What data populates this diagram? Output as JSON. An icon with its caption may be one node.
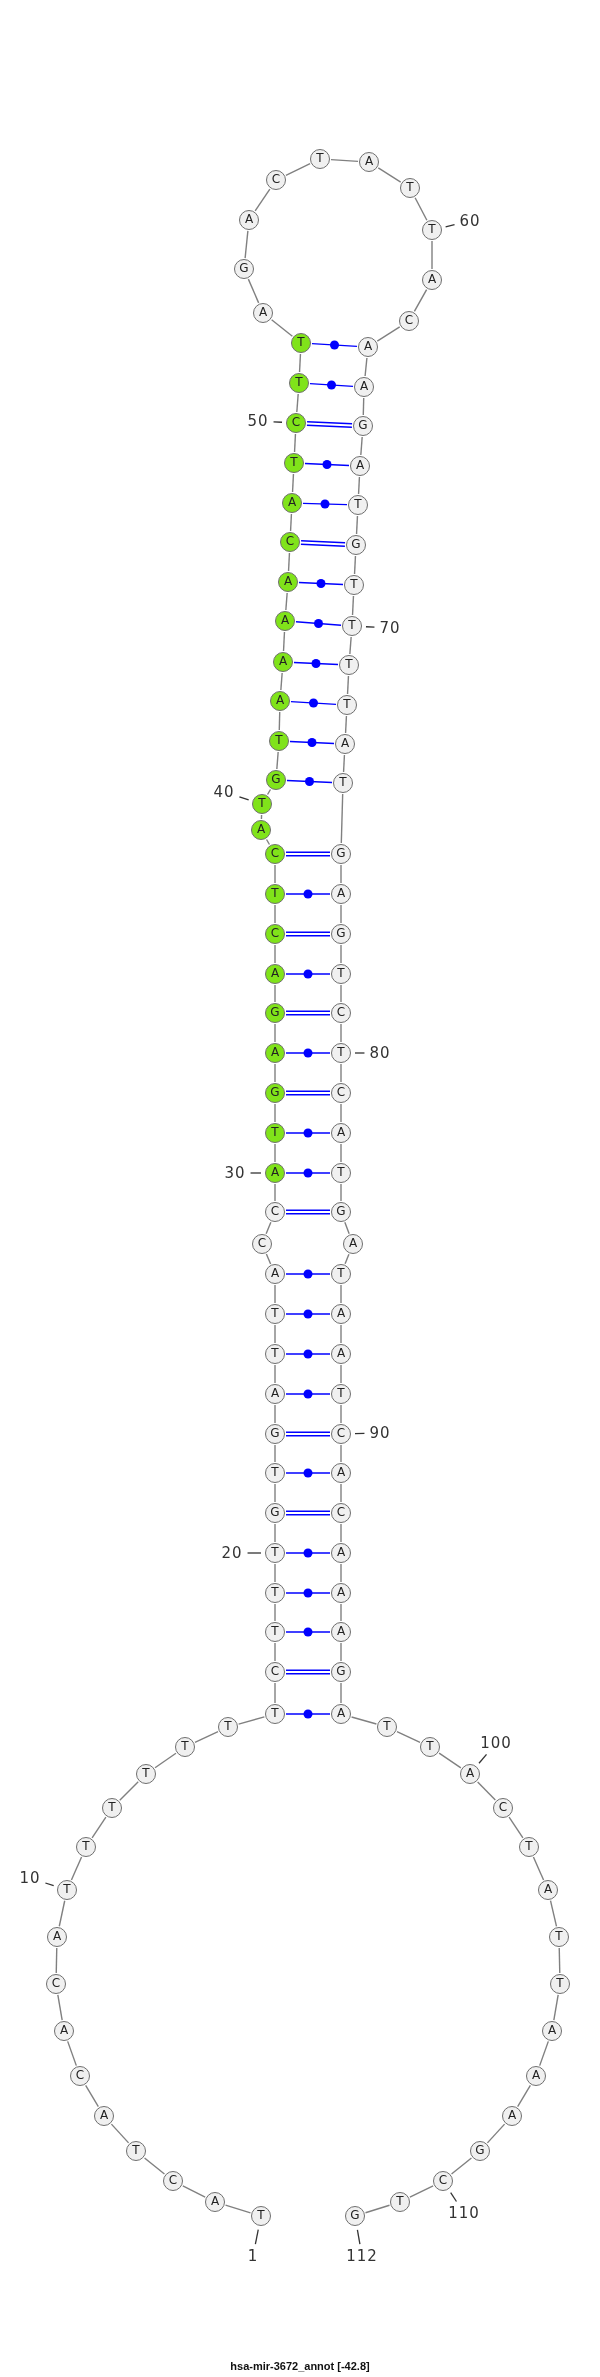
{
  "diagram": {
    "title": "hsa-mir-3672_annot [-42.8]",
    "nodes": [
      {
        "text": [
          "T"
        ]
      },
      {
        "text": [
          "A"
        ]
      },
      {
        "text": [
          "C"
        ]
      },
      {
        "text": [
          "T"
        ]
      },
      {
        "text": [
          "A"
        ]
      },
      {
        "text": [
          "C"
        ]
      },
      {
        "text": [
          "A"
        ]
      },
      {
        "text": [
          "C"
        ]
      },
      {
        "text": [
          "A"
        ]
      },
      {
        "text": [
          "T"
        ]
      },
      {
        "text": [
          "T"
        ]
      },
      {
        "text": [
          "T"
        ]
      },
      {
        "text": [
          "T"
        ]
      },
      {
        "text": [
          "T"
        ]
      },
      {
        "text": [
          "T"
        ]
      },
      {
        "text": [
          "T"
        ]
      },
      {
        "text": [
          "C"
        ]
      },
      {
        "text": [
          "T"
        ]
      },
      {
        "text": [
          "T"
        ]
      },
      {
        "text": [
          "T"
        ]
      },
      {
        "text": [
          "G"
        ]
      },
      {
        "text": [
          "T"
        ]
      },
      {
        "text": [
          "G"
        ]
      },
      {
        "text": [
          "A"
        ]
      },
      {
        "text": [
          "T"
        ]
      },
      {
        "text": [
          "T"
        ]
      },
      {
        "text": [
          "A"
        ]
      },
      {
        "text": [
          "C"
        ]
      },
      {
        "text": [
          "C"
        ]
      },
      {
        "text": [
          "A"
        ]
      },
      {
        "text": [
          "T"
        ]
      },
      {
        "text": [
          "G"
        ]
      },
      {
        "text": [
          "A"
        ]
      },
      {
        "text": [
          "G"
        ]
      },
      {
        "text": [
          "A"
        ]
      },
      {
        "text": [
          "C"
        ]
      },
      {
        "text": [
          "T"
        ]
      },
      {
        "text": [
          "C"
        ]
      },
      {
        "text": [
          "A"
        ]
      },
      {
        "text": [
          "T"
        ]
      },
      {
        "text": [
          "G"
        ]
      },
      {
        "text": [
          "T"
        ]
      },
      {
        "text": [
          "A"
        ]
      },
      {
        "text": [
          "A"
        ]
      },
      {
        "text": [
          "A"
        ]
      },
      {
        "text": [
          "A"
        ]
      },
      {
        "text": [
          "C"
        ]
      },
      {
        "text": [
          "A"
        ]
      },
      {
        "text": [
          "T"
        ]
      },
      {
        "text": [
          "C"
        ]
      },
      {
        "text": [
          "T"
        ]
      },
      {
        "text": [
          "T"
        ]
      },
      {
        "text": [
          "A"
        ]
      },
      {
        "text": [
          "G"
        ]
      },
      {
        "text": [
          "A"
        ]
      },
      {
        "text": [
          "C"
        ]
      },
      {
        "text": [
          "T"
        ]
      },
      {
        "text": [
          "A"
        ]
      },
      {
        "text": [
          "T"
        ]
      },
      {
        "text": [
          "T"
        ]
      },
      {
        "text": [
          "A"
        ]
      },
      {
        "text": [
          "C"
        ]
      },
      {
        "text": [
          "A"
        ]
      },
      {
        "text": [
          "A"
        ]
      },
      {
        "text": [
          "G"
        ]
      },
      {
        "text": [
          "A"
        ]
      },
      {
        "text": [
          "T"
        ]
      },
      {
        "text": [
          "G"
        ]
      },
      {
        "text": [
          "T"
        ]
      },
      {
        "text": [
          "T"
        ]
      },
      {
        "text": [
          "T"
        ]
      },
      {
        "text": [
          "T"
        ]
      },
      {
        "text": [
          "A"
        ]
      },
      {
        "text": [
          "T"
        ]
      },
      {
        "text": [
          "G"
        ]
      },
      {
        "text": [
          "A"
        ]
      },
      {
        "text": [
          "G"
        ]
      },
      {
        "text": [
          "T"
        ]
      },
      {
        "text": [
          "C"
        ]
      },
      {
        "text": [
          "T"
        ]
      },
      {
        "text": [
          "C"
        ]
      },
      {
        "text": [
          "A"
        ]
      },
      {
        "text": [
          "T"
        ]
      },
      {
        "text": [
          "G"
        ]
      },
      {
        "text": [
          "A"
        ]
      },
      {
        "text": [
          "T"
        ]
      },
      {
        "text": [
          "A"
        ]
      },
      {
        "text": [
          "A"
        ]
      },
      {
        "text": [
          "T"
        ]
      },
      {
        "text": [
          "C"
        ]
      },
      {
        "text": [
          "A"
        ]
      },
      {
        "text": [
          "C"
        ]
      },
      {
        "text": [
          "A"
        ]
      },
      {
        "text": [
          "A"
        ]
      },
      {
        "text": [
          "A"
        ]
      },
      {
        "text": [
          "G"
        ]
      },
      {
        "text": [
          "A"
        ]
      },
      {
        "text": [
          "T"
        ]
      },
      {
        "text": [
          "T"
        ]
      },
      {
        "text": [
          "A"
        ]
      },
      {
        "text": [
          "C"
        ]
      },
      {
        "text": [
          "T"
        ]
      },
      {
        "text": [
          "A"
        ]
      },
      {
        "text": [
          "T"
        ]
      },
      {
        "text": [
          "T"
        ]
      },
      {
        "text": [
          "A"
        ]
      },
      {
        "text": [
          "A"
        ]
      },
      {
        "text": [
          "A"
        ]
      },
      {
        "text": [
          "G"
        ]
      },
      {
        "text": [
          "C"
        ]
      },
      {
        "text": [
          "T"
        ]
      },
      {
        "text": [
          "G"
        ]
      },
      {
        "text": [
          "1"
        ]
      },
      {
        "text": [
          "10"
        ]
      },
      {
        "text": [
          "20"
        ]
      },
      {
        "text": [
          "30"
        ]
      },
      {
        "text": [
          "40"
        ]
      },
      {
        "text": [
          "50"
        ]
      },
      {
        "text": [
          "60"
        ]
      },
      {
        "text": [
          "70"
        ]
      },
      {
        "text": [
          "80"
        ]
      },
      {
        "text": [
          "90"
        ]
      },
      {
        "text": [
          "100"
        ]
      },
      {
        "text": [
          "110"
        ]
      },
      {
        "text": [
          "112"
        ]
      }
    ],
    "edges": [
      {
        "from": 0,
        "to": 1,
        "arrow": "none"
      },
      {
        "from": 1,
        "to": 2,
        "arrow": "none"
      },
      {
        "from": 2,
        "to": 3,
        "arrow": "none"
      },
      {
        "from": 3,
        "to": 4,
        "arrow": "none"
      },
      {
        "from": 4,
        "to": 5,
        "arrow": "none"
      },
      {
        "from": 5,
        "to": 6,
        "arrow": "none"
      },
      {
        "from": 6,
        "to": 7,
        "arrow": "none"
      },
      {
        "from": 7,
        "to": 8,
        "arrow": "none"
      },
      {
        "from": 8,
        "to": 9,
        "arrow": "none"
      },
      {
        "from": 9,
        "to": 10,
        "arrow": "none"
      },
      {
        "from": 10,
        "to": 11,
        "arrow": "none"
      },
      {
        "from": 11,
        "to": 12,
        "arrow": "none"
      },
      {
        "from": 12,
        "to": 13,
        "arrow": "none"
      },
      {
        "from": 13,
        "to": 14,
        "arrow": "none"
      },
      {
        "from": 14,
        "to": 15,
        "arrow": "none"
      },
      {
        "from": 15,
        "to": 16,
        "arrow": "none"
      },
      {
        "from": 16,
        "to": 17,
        "arrow": "none"
      },
      {
        "from": 17,
        "to": 18,
        "arrow": "none"
      },
      {
        "from": 18,
        "to": 19,
        "arrow": "none"
      },
      {
        "from": 19,
        "to": 20,
        "arrow": "none"
      },
      {
        "from": 20,
        "to": 21,
        "arrow": "none"
      },
      {
        "from": 21,
        "to": 22,
        "arrow": "none"
      },
      {
        "from": 22,
        "to": 23,
        "arrow": "none"
      },
      {
        "from": 23,
        "to": 24,
        "arrow": "none"
      },
      {
        "from": 24,
        "to": 25,
        "arrow": "none"
      },
      {
        "from": 25,
        "to": 26,
        "arrow": "none"
      },
      {
        "from": 26,
        "to": 27,
        "arrow": "none"
      },
      {
        "from": 27,
        "to": 28,
        "arrow": "none"
      },
      {
        "from": 28,
        "to": 29,
        "arrow": "none"
      },
      {
        "from": 29,
        "to": 30,
        "arrow": "none"
      },
      {
        "from": 30,
        "to": 31,
        "arrow": "none"
      },
      {
        "from": 31,
        "to": 32,
        "arrow": "none"
      },
      {
        "from": 32,
        "to": 33,
        "arrow": "none"
      },
      {
        "from": 33,
        "to": 34,
        "arrow": "none"
      },
      {
        "from": 34,
        "to": 35,
        "arrow": "none"
      },
      {
        "from": 35,
        "to": 36,
        "arrow": "none"
      },
      {
        "from": 36,
        "to": 37,
        "arrow": "none"
      },
      {
        "from": 37,
        "to": 38,
        "arrow": "none"
      },
      {
        "from": 38,
        "to": 39,
        "arrow": "none"
      },
      {
        "from": 39,
        "to": 40,
        "arrow": "none"
      },
      {
        "from": 40,
        "to": 41,
        "arrow": "none"
      },
      {
        "from": 41,
        "to": 42,
        "arrow": "none"
      },
      {
        "from": 42,
        "to": 43,
        "arrow": "none"
      },
      {
        "from": 43,
        "to": 44,
        "arrow": "none"
      },
      {
        "from": 44,
        "to": 45,
        "arrow": "none"
      },
      {
        "from": 45,
        "to": 46,
        "arrow": "none"
      },
      {
        "from": 46,
        "to": 47,
        "arrow": "none"
      },
      {
        "from": 47,
        "to": 48,
        "arrow": "none"
      },
      {
        "from": 48,
        "to": 49,
        "arrow": "none"
      },
      {
        "from": 49,
        "to": 50,
        "arrow": "none"
      },
      {
        "from": 50,
        "to": 51,
        "arrow": "none"
      },
      {
        "from": 51,
        "to": 52,
        "arrow": "none"
      },
      {
        "from": 52,
        "to": 53,
        "arrow": "none"
      },
      {
        "from": 53,
        "to": 54,
        "arrow": "none"
      },
      {
        "from": 54,
        "to": 55,
        "arrow": "none"
      },
      {
        "from": 55,
        "to": 56,
        "arrow": "none"
      },
      {
        "from": 56,
        "to": 57,
        "arrow": "none"
      },
      {
        "from": 57,
        "to": 58,
        "arrow": "none"
      },
      {
        "from": 58,
        "to": 59,
        "arrow": "none"
      },
      {
        "from": 59,
        "to": 60,
        "arrow": "none"
      },
      {
        "from": 60,
        "to": 61,
        "arrow": "none"
      },
      {
        "from": 61,
        "to": 62,
        "arrow": "none"
      },
      {
        "from": 62,
        "to": 63,
        "arrow": "none"
      },
      {
        "from": 63,
        "to": 64,
        "arrow": "none"
      },
      {
        "from": 64,
        "to": 65,
        "arrow": "none"
      },
      {
        "from": 65,
        "to": 66,
        "arrow": "none"
      },
      {
        "from": 66,
        "to": 67,
        "arrow": "none"
      },
      {
        "from": 67,
        "to": 68,
        "arrow": "none"
      },
      {
        "from": 68,
        "to": 69,
        "arrow": "none"
      },
      {
        "from": 69,
        "to": 70,
        "arrow": "none"
      },
      {
        "from": 70,
        "to": 71,
        "arrow": "none"
      },
      {
        "from": 71,
        "to": 72,
        "arrow": "none"
      },
      {
        "from": 72,
        "to": 73,
        "arrow": "none"
      },
      {
        "from": 73,
        "to": 74,
        "arrow": "none"
      },
      {
        "from": 74,
        "to": 75,
        "arrow": "none"
      },
      {
        "from": 75,
        "to": 76,
        "arrow": "none"
      },
      {
        "from": 76,
        "to": 77,
        "arrow": "none"
      },
      {
        "from": 77,
        "to": 78,
        "arrow": "none"
      },
      {
        "from": 78,
        "to": 79,
        "arrow": "none"
      },
      {
        "from": 79,
        "to": 80,
        "arrow": "none"
      },
      {
        "from": 80,
        "to": 81,
        "arrow": "none"
      },
      {
        "from": 81,
        "to": 82,
        "arrow": "none"
      },
      {
        "from": 82,
        "to": 83,
        "arrow": "none"
      },
      {
        "from": 83,
        "to": 84,
        "arrow": "none"
      },
      {
        "from": 84,
        "to": 85,
        "arrow": "none"
      },
      {
        "from": 85,
        "to": 86,
        "arrow": "none"
      },
      {
        "from": 86,
        "to": 87,
        "arrow": "none"
      },
      {
        "from": 87,
        "to": 88,
        "arrow": "none"
      },
      {
        "from": 88,
        "to": 89,
        "arrow": "none"
      },
      {
        "from": 89,
        "to": 90,
        "arrow": "none"
      },
      {
        "from": 90,
        "to": 91,
        "arrow": "none"
      },
      {
        "from": 91,
        "to": 92,
        "arrow": "none"
      },
      {
        "from": 92,
        "to": 93,
        "arrow": "none"
      },
      {
        "from": 93,
        "to": 94,
        "arrow": "none"
      },
      {
        "from": 94,
        "to": 95,
        "arrow": "none"
      },
      {
        "from": 95,
        "to": 96,
        "arrow": "none"
      },
      {
        "from": 96,
        "to": 97,
        "arrow": "none"
      },
      {
        "from": 97,
        "to": 98,
        "arrow": "none"
      },
      {
        "from": 98,
        "to": 99,
        "arrow": "none"
      },
      {
        "from": 99,
        "to": 100,
        "arrow": "none"
      },
      {
        "from": 100,
        "to": 101,
        "arrow": "none"
      },
      {
        "from": 101,
        "to": 102,
        "arrow": "none"
      },
      {
        "from": 102,
        "to": 103,
        "arrow": "none"
      },
      {
        "from": 103,
        "to": 104,
        "arrow": "none"
      },
      {
        "from": 104,
        "to": 105,
        "arrow": "none"
      },
      {
        "from": 105,
        "to": 106,
        "arrow": "none"
      },
      {
        "from": 106,
        "to": 107,
        "arrow": "none"
      },
      {
        "from": 107,
        "to": 108,
        "arrow": "none"
      },
      {
        "from": 108,
        "to": 109,
        "arrow": "none"
      },
      {
        "from": 109,
        "to": 110,
        "arrow": "none"
      },
      {
        "from": 110,
        "to": 111,
        "arrow": "none"
      },
      {
        "from": 15,
        "to": 96,
        "arrow": "none",
        "color": "#0000ff"
      },
      {
        "from": 16,
        "to": 95,
        "arrow": "none",
        "color": "#0000ff"
      },
      {
        "from": 17,
        "to": 94,
        "arrow": "none",
        "color": "#0000ff"
      },
      {
        "from": 18,
        "to": 93,
        "arrow": "none",
        "color": "#0000ff"
      },
      {
        "from": 19,
        "to": 92,
        "arrow": "none",
        "color": "#0000ff"
      },
      {
        "from": 20,
        "to": 91,
        "arrow": "none",
        "color": "#0000ff"
      },
      {
        "from": 21,
        "to": 90,
        "arrow": "none",
        "color": "#0000ff"
      },
      {
        "from": 22,
        "to": 89,
        "arrow": "none",
        "color": "#0000ff"
      },
      {
        "from": 23,
        "to": 88,
        "arrow": "none",
        "color": "#0000ff"
      },
      {
        "from": 24,
        "to": 87,
        "arrow": "none",
        "color": "#0000ff"
      },
      {
        "from": 25,
        "to": 86,
        "arrow": "none",
        "color": "#0000ff"
      },
      {
        "from": 26,
        "to": 85,
        "arrow": "none",
        "color": "#0000ff"
      },
      {
        "from": 28,
        "to": 83,
        "arrow": "none",
        "color": "#0000ff"
      },
      {
        "from": 29,
        "to": 82,
        "arrow": "none",
        "color": "#0000ff"
      },
      {
        "from": 30,
        "to": 81,
        "arrow": "none",
        "color": "#0000ff"
      },
      {
        "from": 31,
        "to": 80,
        "arrow": "none",
        "color": "#0000ff"
      },
      {
        "from": 32,
        "to": 79,
        "arrow": "none",
        "color": "#0000ff"
      },
      {
        "from": 33,
        "to": 78,
        "arrow": "none",
        "color": "#0000ff"
      },
      {
        "from": 34,
        "to": 77,
        "arrow": "none",
        "color": "#0000ff"
      },
      {
        "from": 35,
        "to": 76,
        "arrow": "none",
        "color": "#0000ff"
      },
      {
        "from": 36,
        "to": 75,
        "arrow": "none",
        "color": "#0000ff"
      },
      {
        "from": 37,
        "to": 74,
        "arrow": "none",
        "color": "#0000ff"
      },
      {
        "from": 40,
        "to": 73,
        "arrow": "none",
        "color": "#0000ff"
      },
      {
        "from": 41,
        "to": 72,
        "arrow": "none",
        "color": "#0000ff"
      },
      {
        "from": 42,
        "to": 71,
        "arrow": "none",
        "color": "#0000ff"
      },
      {
        "from": 43,
        "to": 70,
        "arrow": "none",
        "color": "#0000ff"
      },
      {
        "from": 44,
        "to": 69,
        "arrow": "none",
        "color": "#0000ff"
      },
      {
        "from": 45,
        "to": 68,
        "arrow": "none",
        "color": "#0000ff"
      },
      {
        "from": 46,
        "to": 67,
        "arrow": "none",
        "color": "#0000ff"
      },
      {
        "from": 47,
        "to": 66,
        "arrow": "none",
        "color": "#0000ff"
      },
      {
        "from": 48,
        "to": 65,
        "arrow": "none",
        "color": "#0000ff"
      },
      {
        "from": 49,
        "to": 64,
        "arrow": "none",
        "color": "#0000ff"
      },
      {
        "from": 50,
        "to": 63,
        "arrow": "none",
        "color": "#0000ff"
      },
      {
        "from": 51,
        "to": 62,
        "arrow": "none",
        "color": "#0000ff"
      },
      {
        "from": 112,
        "to": 0,
        "arrow": "none",
        "color": "#333333"
      },
      {
        "from": 113,
        "to": 9,
        "arrow": "none",
        "color": "#333333"
      },
      {
        "from": 114,
        "to": 19,
        "arrow": "none",
        "color": "#333333"
      },
      {
        "from": 115,
        "to": 29,
        "arrow": "none",
        "color": "#333333"
      },
      {
        "from": 116,
        "to": 39,
        "arrow": "none",
        "color": "#333333"
      },
      {
        "from": 117,
        "to": 49,
        "arrow": "none",
        "color": "#333333"
      },
      {
        "from": 118,
        "to": 59,
        "arrow": "none",
        "color": "#333333"
      },
      {
        "from": 119,
        "to": 69,
        "arrow": "none",
        "color": "#333333"
      },
      {
        "from": 120,
        "to": 79,
        "arrow": "none",
        "color": "#333333"
      },
      {
        "from": 121,
        "to": 89,
        "arrow": "none",
        "color": "#333333"
      },
      {
        "from": 122,
        "to": 99,
        "arrow": "none",
        "color": "#333333"
      },
      {
        "from": 123,
        "to": 109,
        "arrow": "none",
        "color": "#333333"
      },
      {
        "from": 124,
        "to": 111,
        "arrow": "none",
        "color": "#333333"
      }
    ]
  }
}
